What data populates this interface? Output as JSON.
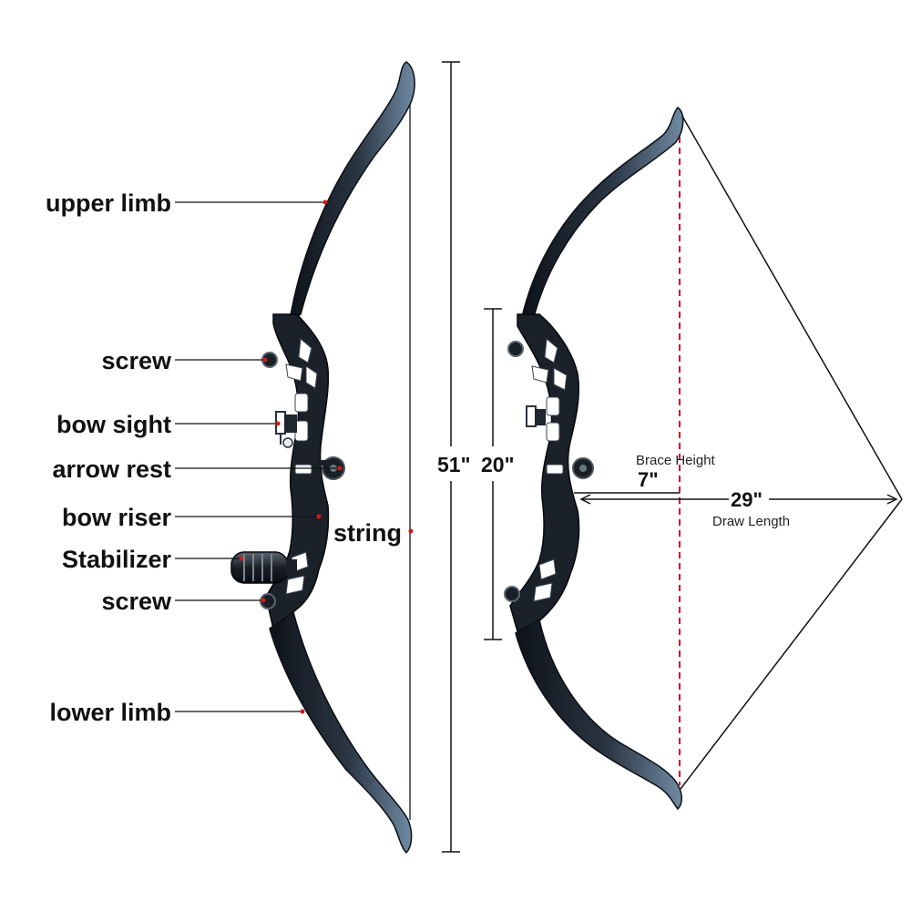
{
  "labels": {
    "upper_limb": "upper limb",
    "screw_top": "screw",
    "bow_sight": "bow sight",
    "arrow_rest": "arrow rest",
    "bow_riser": "bow riser",
    "stabilizer": "Stabilizer",
    "screw_bottom": "screw",
    "lower_limb": "lower limb",
    "string": "string"
  },
  "dimensions": {
    "total_length": "51\"",
    "riser_length": "20\"",
    "brace_height_label": "Brace Height",
    "brace_height_value": "7\"",
    "draw_length_value": "29\"",
    "draw_length_label": "Draw Length"
  },
  "colors": {
    "limb": "#1c2530",
    "limb_highlight": "#6f8aa3",
    "marker": "#d11a1a",
    "dashed": "#c8102e",
    "line": "#111111"
  }
}
